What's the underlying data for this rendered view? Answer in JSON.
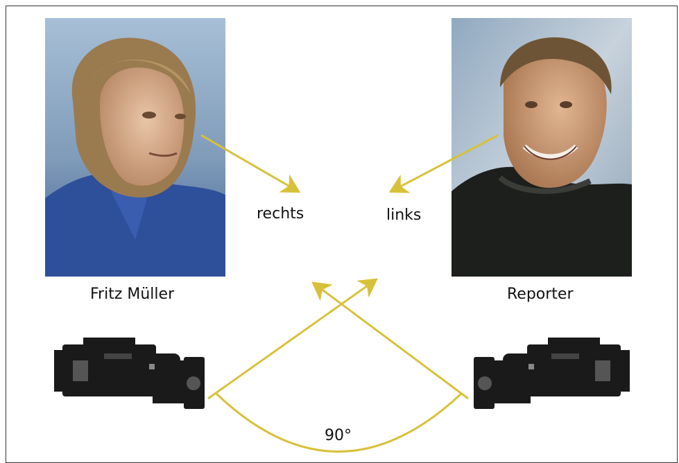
{
  "persons": {
    "left": {
      "name": "Fritz Müller",
      "gaze": "rechts"
    },
    "right": {
      "name": "Reporter",
      "gaze": "links"
    }
  },
  "cameras": {
    "angle_label": "90°"
  },
  "colors": {
    "arrow": "#d8c13a",
    "frame": "#333333",
    "text": "#111111"
  }
}
